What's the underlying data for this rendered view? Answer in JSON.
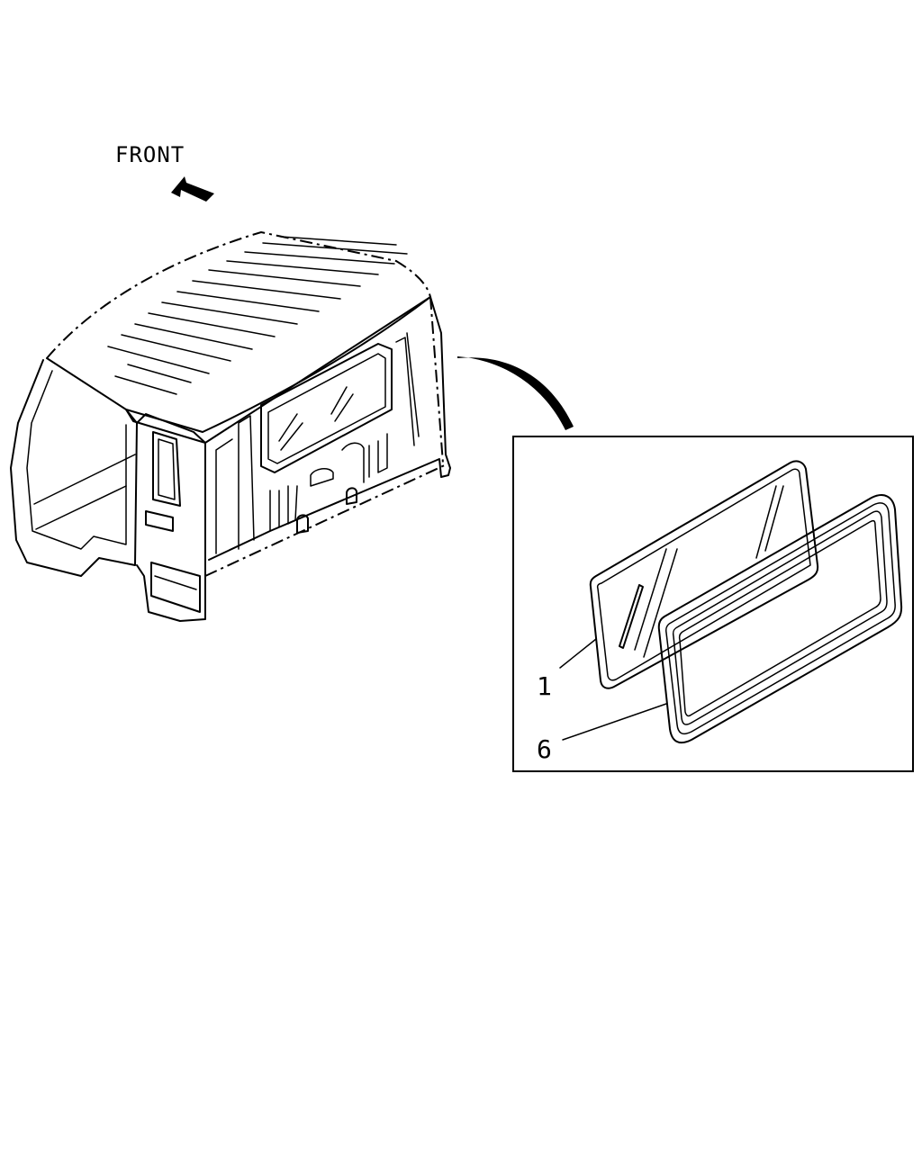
{
  "direction_label": "FRONT",
  "callouts": [
    {
      "id": "1",
      "text": "1"
    },
    {
      "id": "6",
      "text": "6"
    }
  ]
}
